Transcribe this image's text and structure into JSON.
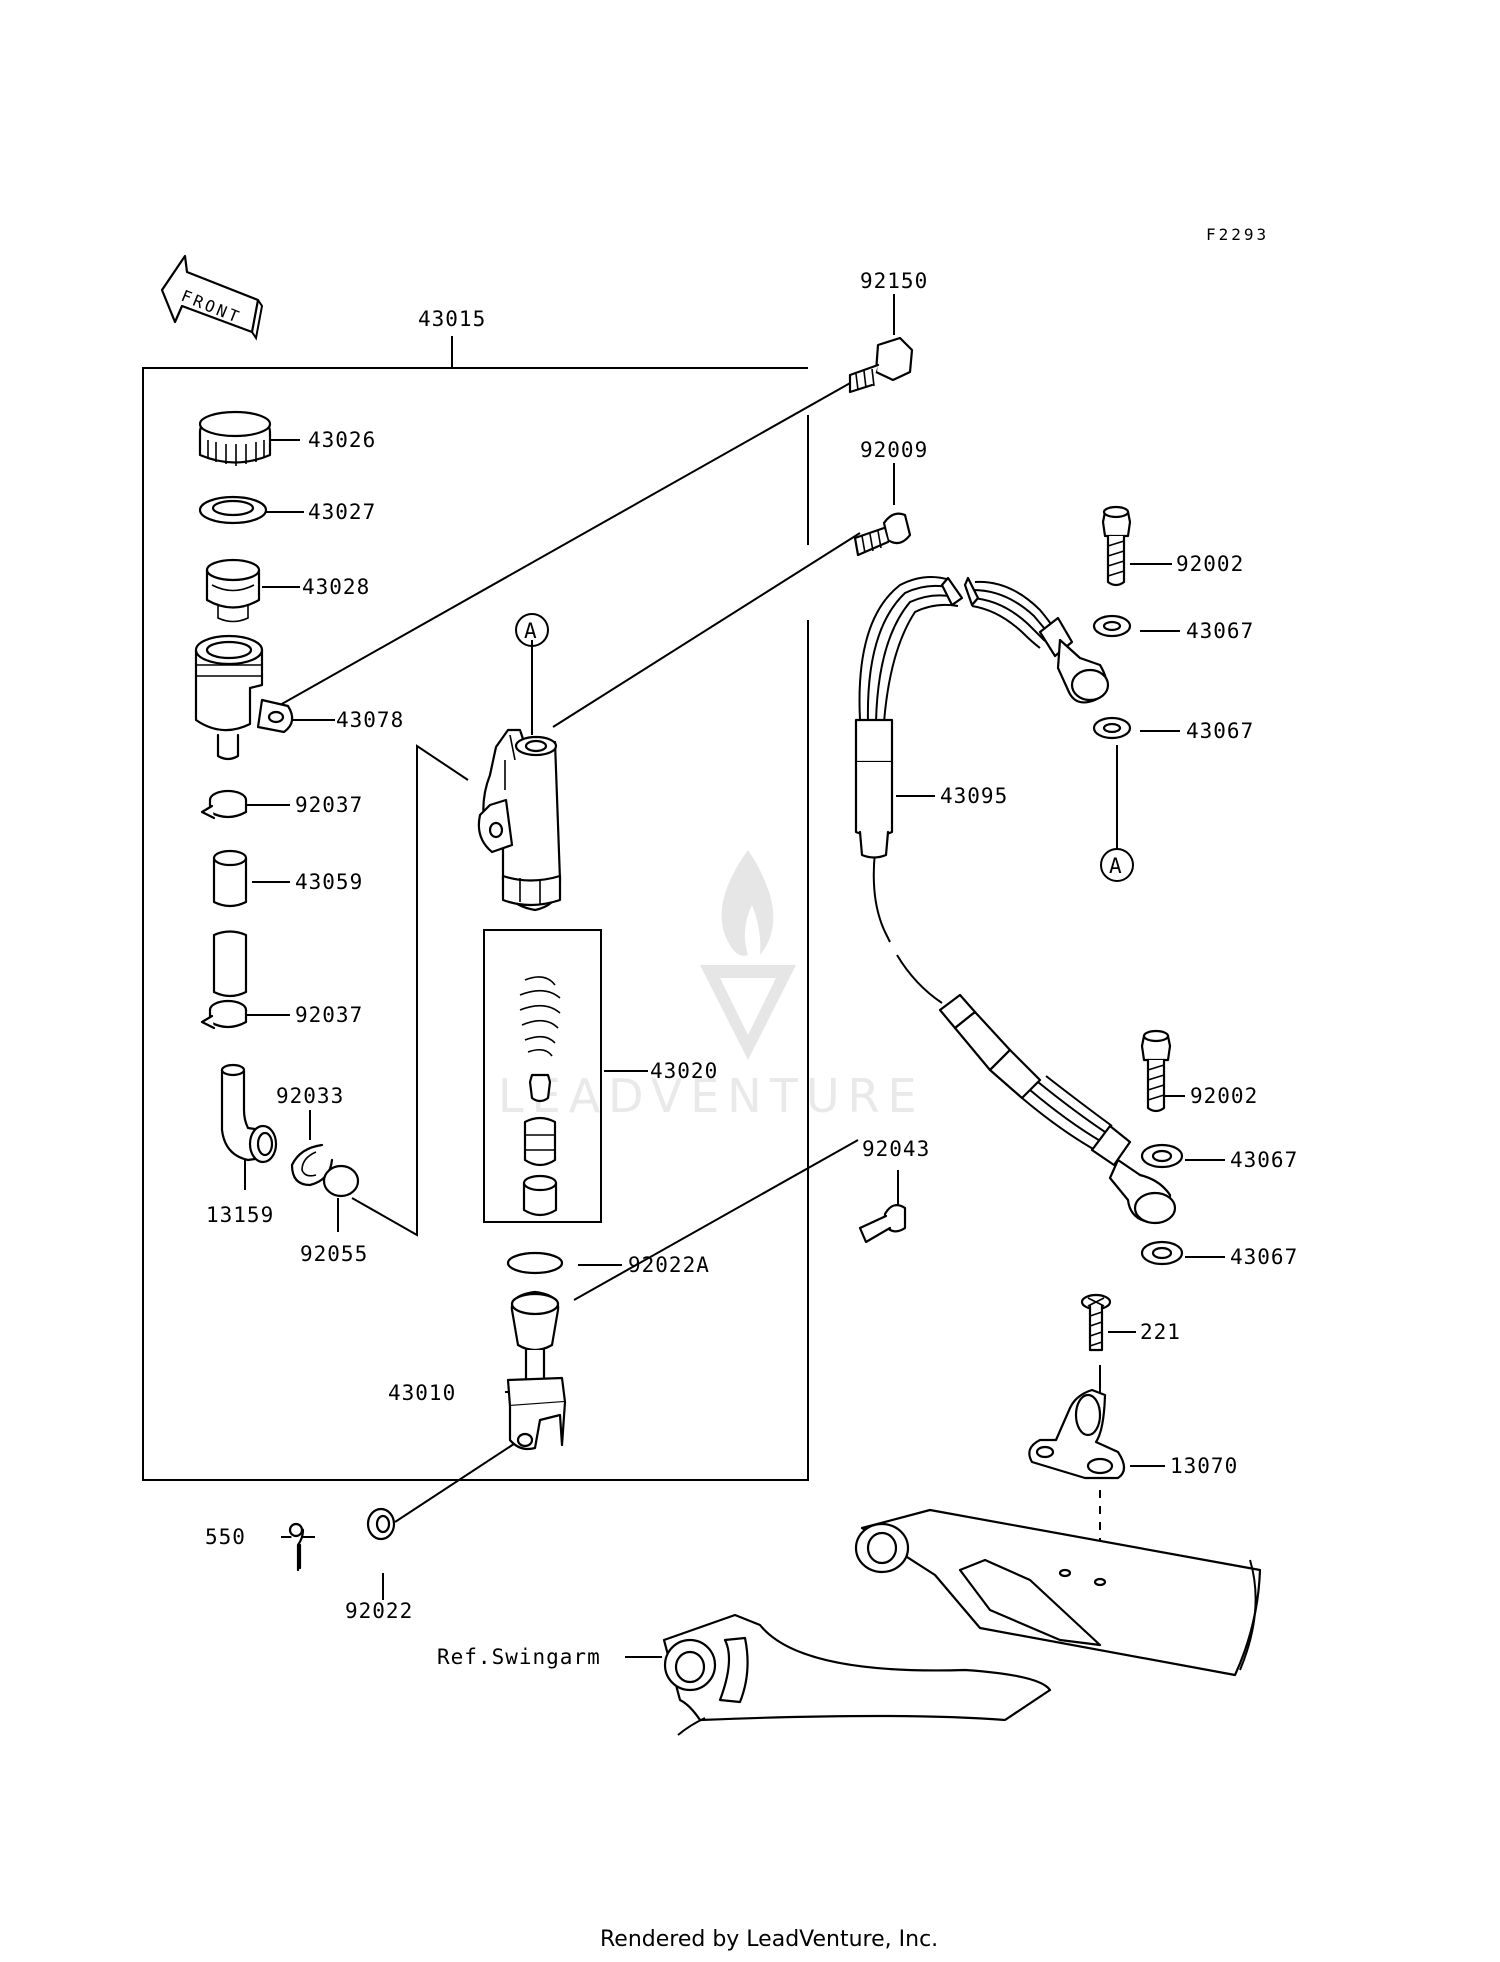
{
  "figure_code": "F2293",
  "front_arrow_text": "FRONT",
  "watermark_text": "LEADVENTURE",
  "footer_text": "Rendered by LeadVenture, Inc.",
  "callout_letter": "A",
  "labels": {
    "p43015": "43015",
    "p43026": "43026",
    "p43027": "43027",
    "p43028": "43028",
    "p43078": "43078",
    "p92037a": "92037",
    "p43059": "43059",
    "p92037b": "92037",
    "p92033": "92033",
    "p13159": "13159",
    "p92055": "92055",
    "p43020": "43020",
    "p92022A": "92022A",
    "p43010": "43010",
    "p550": "550",
    "p92022": "92022",
    "p92150": "92150",
    "p92009": "92009",
    "p92002a": "92002",
    "p43067a": "43067",
    "p43067b": "43067",
    "p43095": "43095",
    "p92002b": "92002",
    "p43067c": "43067",
    "p43067d": "43067",
    "p92043": "92043",
    "p221": "221",
    "p13070": "13070",
    "ref_swingarm": "Ref.Swingarm"
  }
}
